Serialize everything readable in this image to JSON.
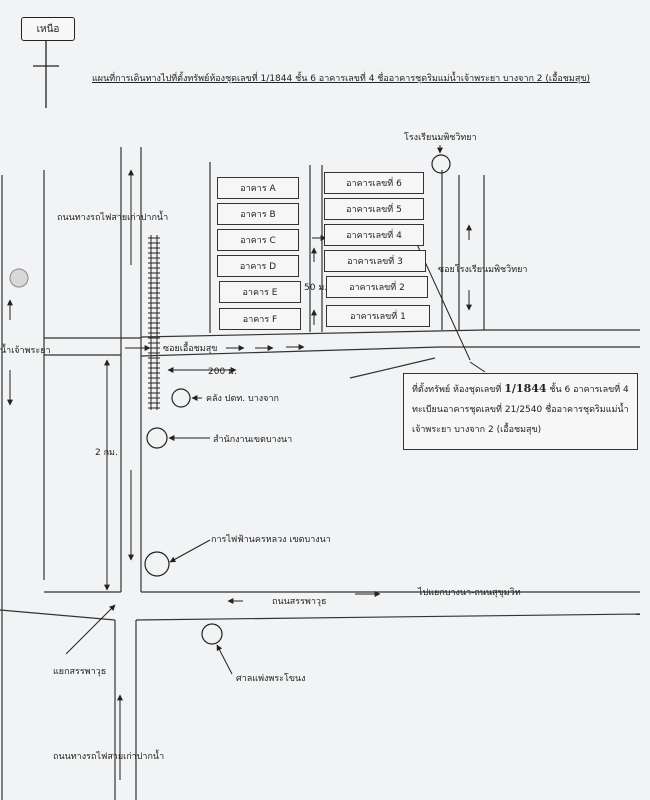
{
  "north_label": "เหนือ",
  "title": "แผนที่การเดินทางไปที่ตั้งทรัพย์ห้องชุดเลขที่ 1/1844 ชั้น 6 อาคารเลขที่ 4 ชื่ออาคารชุดริมแม่น้ำเจ้าพระยา บางจาก 2 (เอื้อชมสุข)",
  "roads": {
    "railway_road_top": "ถนนทางรถไฟสายเก่าปากน้ำ",
    "railway_road_bottom": "ถนนทางรถไฟสายเก่าปากน้ำ",
    "soi_uea_chom_suk": "ซอยเอื้อชมสุข",
    "soi_school": "ซอยโรงเรียนมพิชวิทยา",
    "sanphawut": "ถนนสรรพาวุธ",
    "to_bangna": "ไปแยกบางนา-ถนนสุขุมวิท",
    "sanphawut_junction": "แยกสรรพาวุธ",
    "river": "น้ำเจ้าพระยา"
  },
  "distances": {
    "d200": "200 ม.",
    "d50": "50 ม.",
    "d2km": "2 กม."
  },
  "buildings_left": [
    "อาคาร A",
    "อาคาร B",
    "อาคาร C",
    "อาคาร D",
    "อาคาร E",
    "อาคาร F"
  ],
  "buildings_right": [
    "อาคารเลขที่ 6",
    "อาคารเลขที่ 5",
    "อาคารเลขที่ 4",
    "อาคารเลขที่ 3",
    "อาคารเลขที่ 2",
    "อาคารเลขที่ 1"
  ],
  "landmarks": {
    "school": "โรงเรียนมพิชวิทยา",
    "ptt_depot": "คลัง ปตท. บางจาก",
    "district_office": "สำนักงานเขตบางนา",
    "electricity": "การไฟฟ้านครหลวง เขตบางนา",
    "shrine": "ศาลแพ่งพระโขนง"
  },
  "info_box": {
    "line1_prefix": "ที่ตั้งทรัพย์ ห้องชุดเลขที่",
    "line1_handwritten": "1/1844",
    "line1_suffix": "ชั้น 6 อาคารเลขที่ 4",
    "line2": "ทะเบียนอาคารชุดเลขที่ 21/2540 ชื่ออาคารชุดริมแม่น้ำ",
    "line3": "เจ้าพระยา บางจาก 2 (เอื้อชมสุข)"
  }
}
